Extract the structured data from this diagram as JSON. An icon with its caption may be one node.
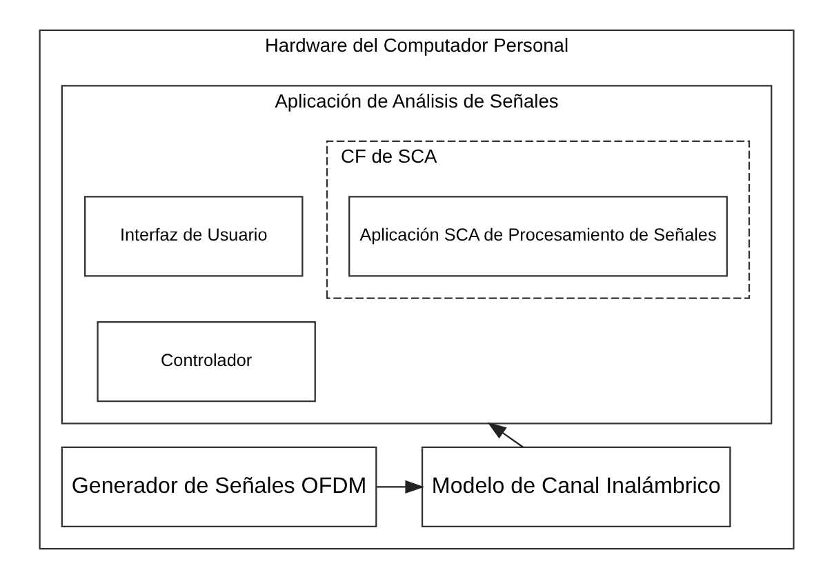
{
  "diagram": {
    "nodes": [
      {
        "text": [
          "Hardware del Computador Personal"
        ]
      },
      {
        "text": [
          "Aplicación de Análisis de Señales"
        ],
        "in": 0
      },
      {
        "text": [
          "Interfaz de Usuario"
        ],
        "in": 1
      },
      {
        "text": [
          "Controlador"
        ],
        "in": 1
      },
      {
        "text": [
          "CF de SCA"
        ],
        "in": 1
      },
      {
        "text": [
          "Aplicación SCA de Procesamiento de Señales"
        ],
        "in": 4
      },
      {
        "text": [
          "Generador de Señales OFDM"
        ],
        "in": 0
      },
      {
        "text": [
          "Modelo de Canal Inalámbrico"
        ],
        "in": 0
      }
    ],
    "edges": [
      {
        "from": 6,
        "to": 7,
        "arrow": "to"
      },
      {
        "from": 7,
        "to": 1,
        "arrow": "to"
      }
    ]
  }
}
